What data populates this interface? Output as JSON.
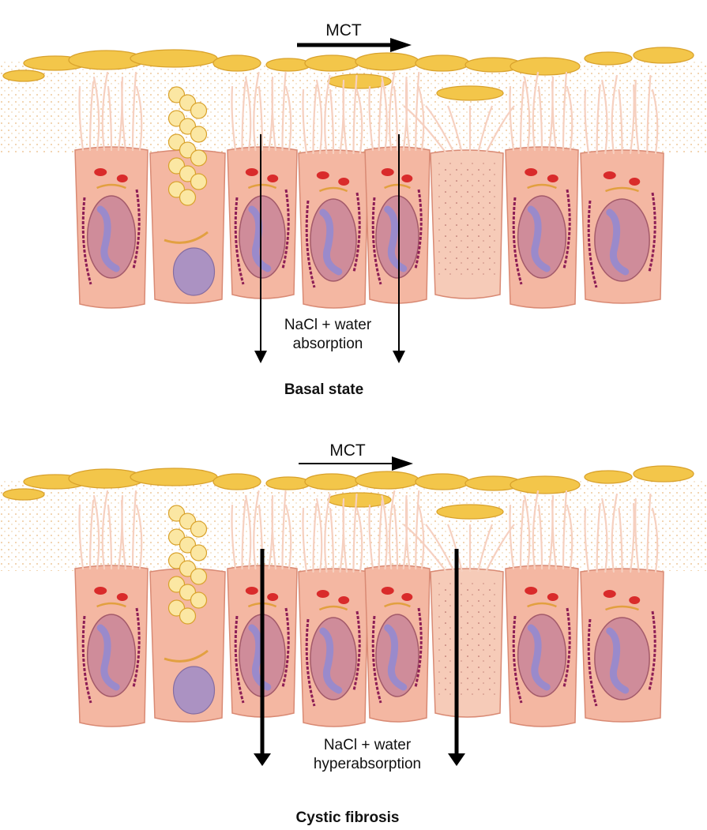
{
  "panels": {
    "basal": {
      "mct": "MCT",
      "flux_line1": "NaCl + water",
      "flux_line2": "absorption",
      "caption": "Basal state"
    },
    "cf": {
      "mct": "MCT",
      "flux_line1": "NaCl + water",
      "flux_line2": "hyperabsorption",
      "caption": "Cystic fibrosis"
    }
  },
  "colors": {
    "mucus": "#f3c64a",
    "mucus_edge": "#d9a22c",
    "cell": "#f4b7a2",
    "cell_edge": "#d98a74",
    "nucleus": "#cf8c9a",
    "nucleus_inner": "#9a8acb",
    "mitochondria": "#d92b2b",
    "er": "#8c1d55",
    "golgi": "#e2a040",
    "cilia": "#f6d0c0",
    "arrow": "#000000"
  }
}
